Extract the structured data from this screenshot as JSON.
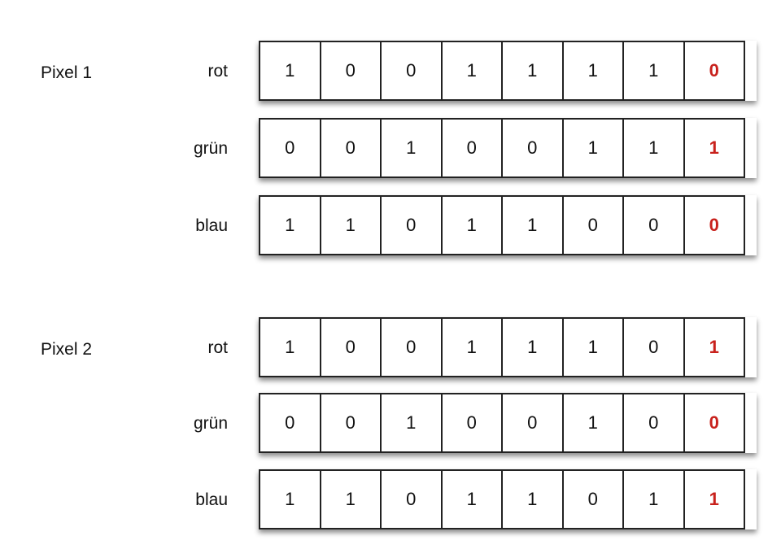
{
  "pixels": [
    {
      "label": "Pixel 1",
      "channels": [
        {
          "name": "rot",
          "bits": [
            "1",
            "0",
            "0",
            "1",
            "1",
            "1",
            "1",
            "0"
          ]
        },
        {
          "name": "grün",
          "bits": [
            "0",
            "0",
            "1",
            "0",
            "0",
            "1",
            "1",
            "1"
          ]
        },
        {
          "name": "blau",
          "bits": [
            "1",
            "1",
            "0",
            "1",
            "1",
            "0",
            "0",
            "0"
          ]
        }
      ]
    },
    {
      "label": "Pixel 2",
      "channels": [
        {
          "name": "rot",
          "bits": [
            "1",
            "0",
            "0",
            "1",
            "1",
            "1",
            "0",
            "1"
          ]
        },
        {
          "name": "grün",
          "bits": [
            "0",
            "0",
            "1",
            "0",
            "0",
            "1",
            "0",
            "0"
          ]
        },
        {
          "name": "blau",
          "bits": [
            "1",
            "1",
            "0",
            "1",
            "1",
            "0",
            "1",
            "1"
          ]
        }
      ]
    }
  ],
  "colors": {
    "highlight_bit": "#c8211c",
    "text": "#111111",
    "border": "#222222"
  }
}
